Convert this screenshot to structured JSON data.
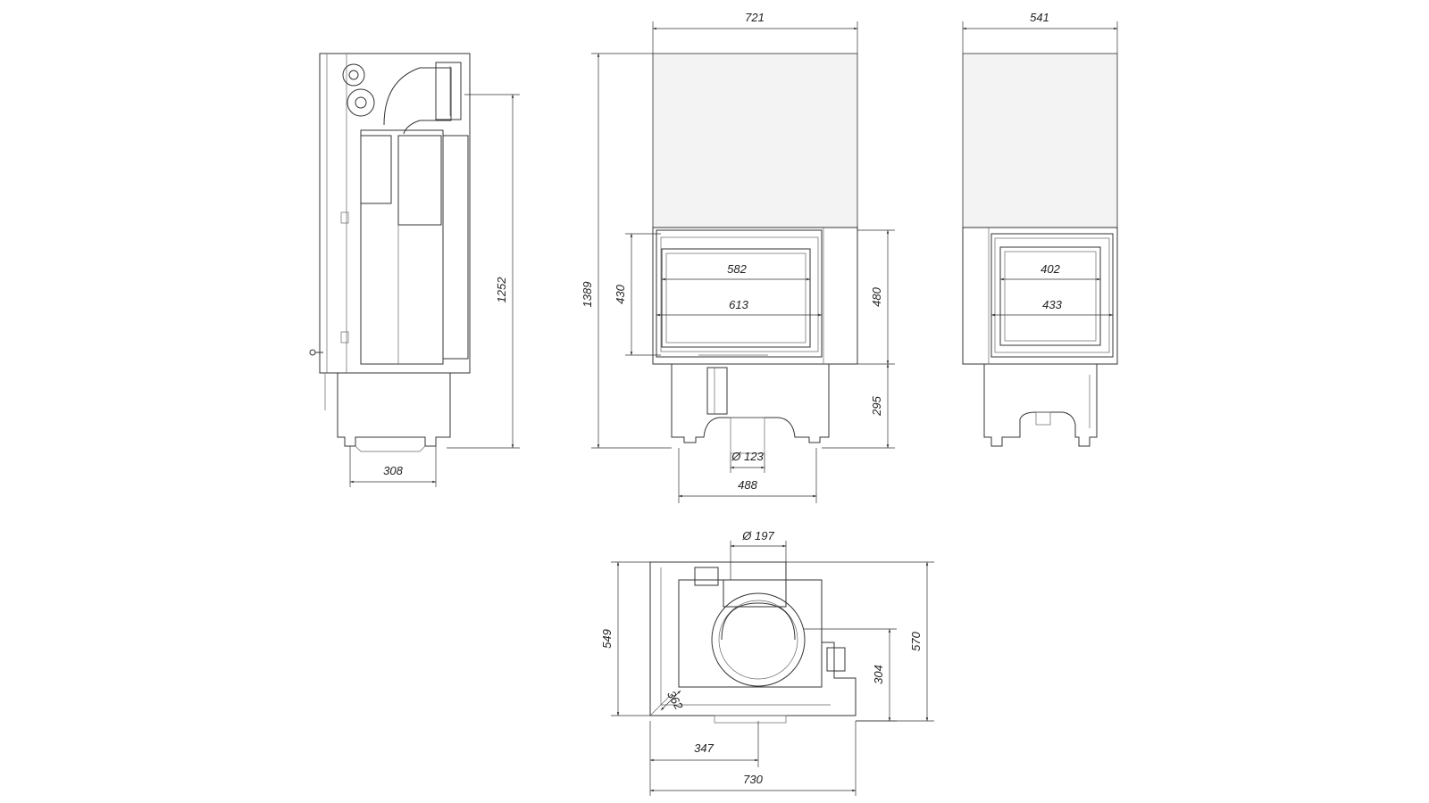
{
  "views": {
    "side": {
      "height_label": "1252",
      "depth_label": "308"
    },
    "front": {
      "width_label": "721",
      "height_label": "1389",
      "glass_height_label": "430",
      "glass_inner_label": "582",
      "glass_outer_label": "613",
      "door_height_label": "480",
      "base_height_label": "295",
      "flue_label": "Ø 123",
      "base_width_label": "488"
    },
    "right": {
      "width_label": "541",
      "glass_inner_label": "402",
      "glass_outer_label": "433"
    },
    "plan": {
      "flue_label": "Ø 197",
      "depth_label": "549",
      "total_depth_label": "570",
      "offset_label": "304",
      "angle_label": "362",
      "axis_label": "347",
      "width_label": "730"
    }
  },
  "colors": {
    "line": "#333333",
    "background": "#ffffff"
  }
}
